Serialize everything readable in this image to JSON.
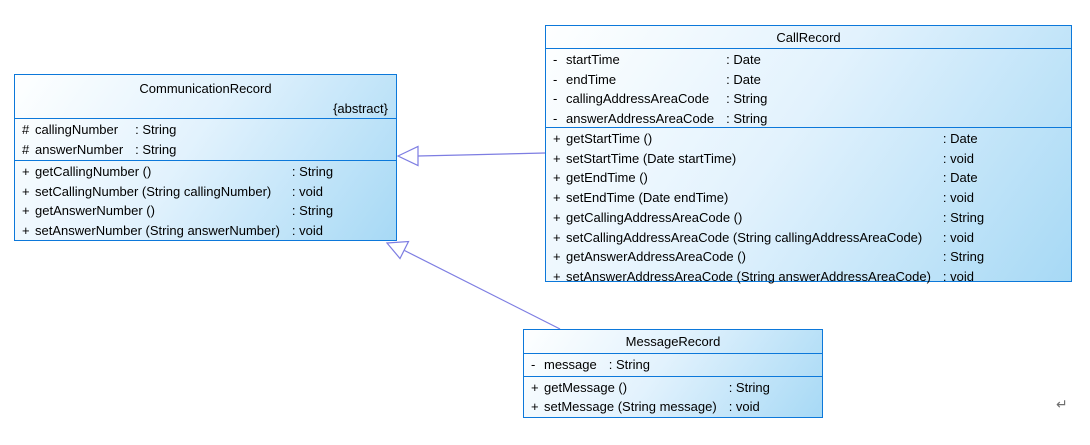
{
  "diagram": {
    "kind": "uml-class-diagram",
    "colors": {
      "box_border": "#0c78da",
      "box_fill_light": "#feffff",
      "box_fill_dark": "#a7d9f5",
      "generalization_arrow": "#7d7de2",
      "text": "#000000"
    },
    "classes": [
      {
        "name": "CommunicationRecord",
        "stereotype": "{abstract}",
        "attributes": [
          {
            "visibility": "#",
            "name": "callingNumber",
            "type": ": String"
          },
          {
            "visibility": "#",
            "name": "answerNumber",
            "type": ": String"
          }
        ],
        "methods": [
          {
            "visibility": "+",
            "name": "getCallingNumber ()",
            "type": ": String"
          },
          {
            "visibility": "+",
            "name": "setCallingNumber (String callingNumber)",
            "type": ": void"
          },
          {
            "visibility": "+",
            "name": "getAnswerNumber ()",
            "type": ": String"
          },
          {
            "visibility": "+",
            "name": "setAnswerNumber (String answerNumber)",
            "type": ": void"
          }
        ]
      },
      {
        "name": "CallRecord",
        "stereotype": "",
        "attributes": [
          {
            "visibility": "-",
            "name": "startTime",
            "type": ": Date"
          },
          {
            "visibility": "-",
            "name": "endTime",
            "type": ": Date"
          },
          {
            "visibility": "-",
            "name": "callingAddressAreaCode",
            "type": ": String"
          },
          {
            "visibility": "-",
            "name": "answerAddressAreaCode",
            "type": ": String"
          }
        ],
        "methods": [
          {
            "visibility": "+",
            "name": "getStartTime ()",
            "type": ": Date"
          },
          {
            "visibility": "+",
            "name": "setStartTime (Date startTime)",
            "type": ": void"
          },
          {
            "visibility": "+",
            "name": "getEndTime ()",
            "type": ": Date"
          },
          {
            "visibility": "+",
            "name": "setEndTime (Date endTime)",
            "type": ": void"
          },
          {
            "visibility": "+",
            "name": "getCallingAddressAreaCode ()",
            "type": ": String"
          },
          {
            "visibility": "+",
            "name": "setCallingAddressAreaCode (String callingAddressAreaCode)",
            "type": ": void"
          },
          {
            "visibility": "+",
            "name": "getAnswerAddressAreaCode ()",
            "type": ": String"
          },
          {
            "visibility": "+",
            "name": "setAnswerAddressAreaCode (String answerAddressAreaCode)",
            "type": ": void"
          }
        ]
      },
      {
        "name": "MessageRecord",
        "stereotype": "",
        "attributes": [
          {
            "visibility": "-",
            "name": "message",
            "type": ": String"
          }
        ],
        "methods": [
          {
            "visibility": "+",
            "name": "getMessage ()",
            "type": ": String"
          },
          {
            "visibility": "+",
            "name": "setMessage (String message)",
            "type": ": void"
          }
        ]
      }
    ],
    "relations": [
      {
        "type": "generalization",
        "from": "CallRecord",
        "to": "CommunicationRecord"
      },
      {
        "type": "generalization",
        "from": "MessageRecord",
        "to": "CommunicationRecord"
      }
    ],
    "paragraph_mark": "↵"
  }
}
